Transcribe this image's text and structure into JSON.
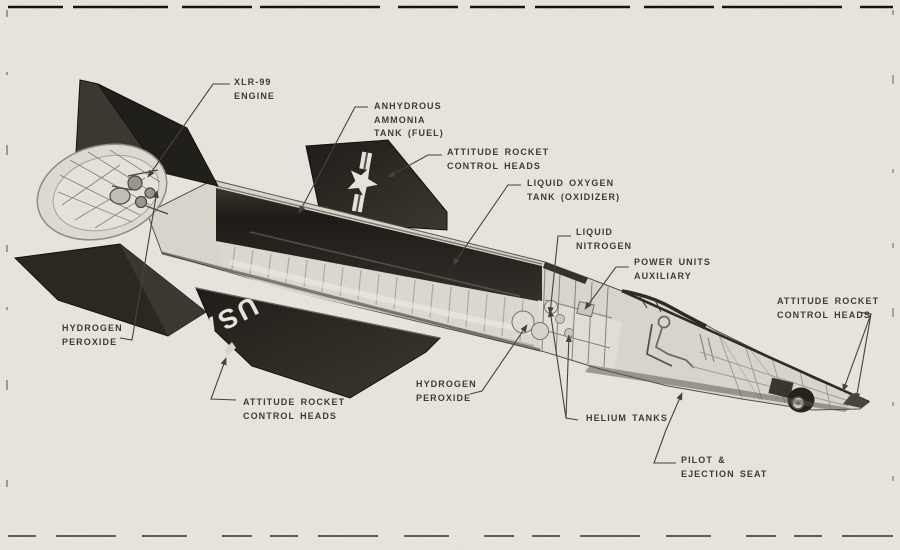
{
  "figure": {
    "description_labels": {
      "xlr99_engine": "XLR-99\nENGINE",
      "anhydrous_ammonia_tank": "ANHYDROUS\nAMMONIA\nTANK (FUEL)",
      "attitude_rocket_top": "ATTITUDE ROCKET\nCONTROL HEADS",
      "liquid_oxygen_tank": "LIQUID OXYGEN\nTANK (OXIDIZER)",
      "liquid_nitrogen": "LIQUID\nNITROGEN",
      "auxiliary_power_units": "POWER UNITS\nAUXILIARY",
      "attitude_rocket_right": "ATTITUDE ROCKET\nCONTROL HEADS",
      "hydrogen_peroxide_left": "HYDROGEN\nPEROXIDE",
      "attitude_rocket_bottom": "ATTITUDE ROCKET\nCONTROL HEADS",
      "hydrogen_peroxide_center": "HYDROGEN\nPEROXIDE",
      "helium_tanks": "HELIUM TANKS",
      "pilot_ejection_seat": "PILOT &\nEJECTION SEAT"
    },
    "markings": {
      "wing_text": "USAF"
    },
    "icons": {
      "fin_insignia": "usaf-star-insignia"
    },
    "colors": {
      "background": "#e8e5df",
      "ink": "#3f3b34",
      "airframe_dark": "#26231e",
      "airframe_light": "#d7d4cb",
      "insignia_white": "#e6e3db"
    }
  }
}
